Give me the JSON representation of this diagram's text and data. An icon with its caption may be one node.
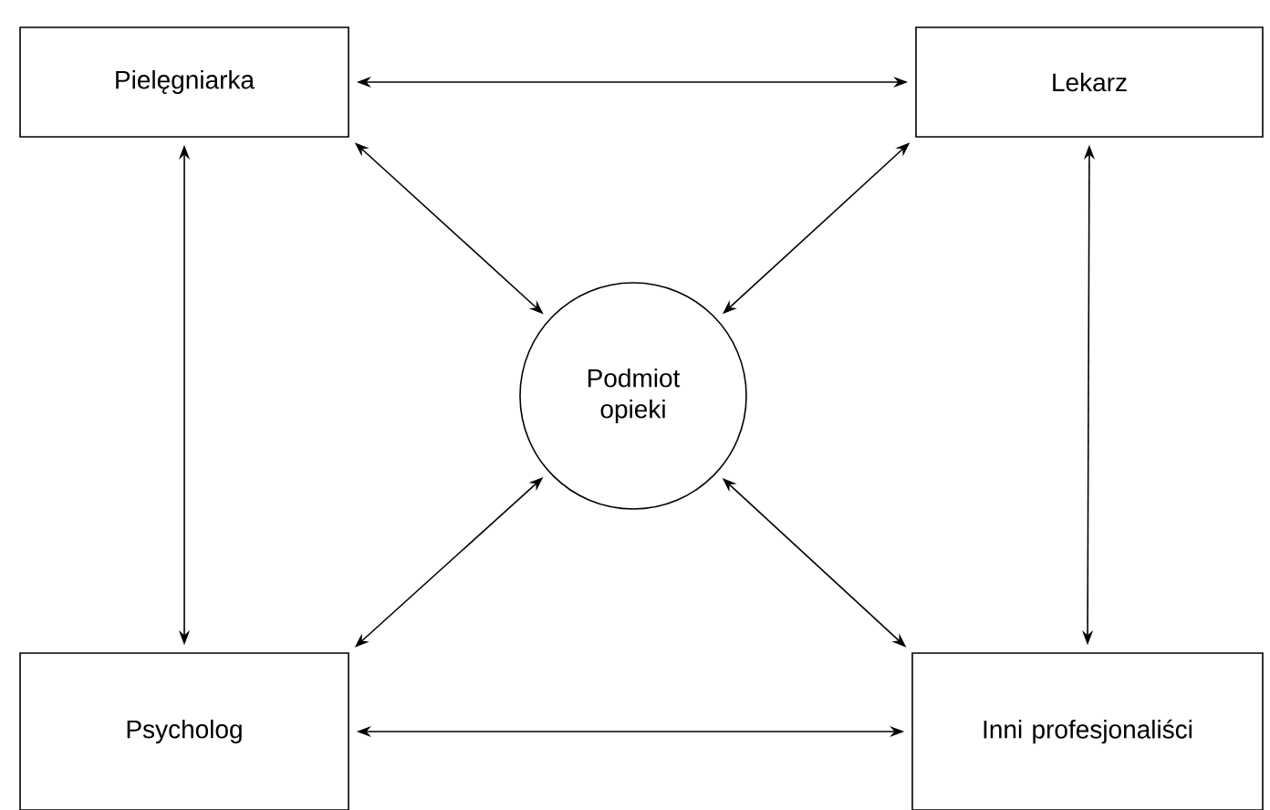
{
  "diagram": {
    "nodes": [
      {
        "text": [
          "Pielęgniarka"
        ]
      },
      {
        "text": [
          "Lekarz"
        ]
      },
      {
        "text": [
          "Podmiot opieki"
        ]
      },
      {
        "text": [
          "Psycholog"
        ]
      },
      {
        "text": [
          "Inni profesjonaliści"
        ]
      }
    ],
    "edges": [
      {
        "from": 0,
        "to": 1,
        "arrow": "both"
      },
      {
        "from": 0,
        "to": 2,
        "arrow": "both"
      },
      {
        "from": 1,
        "to": 2,
        "arrow": "both"
      },
      {
        "from": 0,
        "to": 3,
        "arrow": "both"
      },
      {
        "from": 1,
        "to": 4,
        "arrow": "both"
      },
      {
        "from": 3,
        "to": 2,
        "arrow": "both"
      },
      {
        "from": 4,
        "to": 2,
        "arrow": "both"
      },
      {
        "from": 3,
        "to": 4,
        "arrow": "both"
      }
    ]
  }
}
